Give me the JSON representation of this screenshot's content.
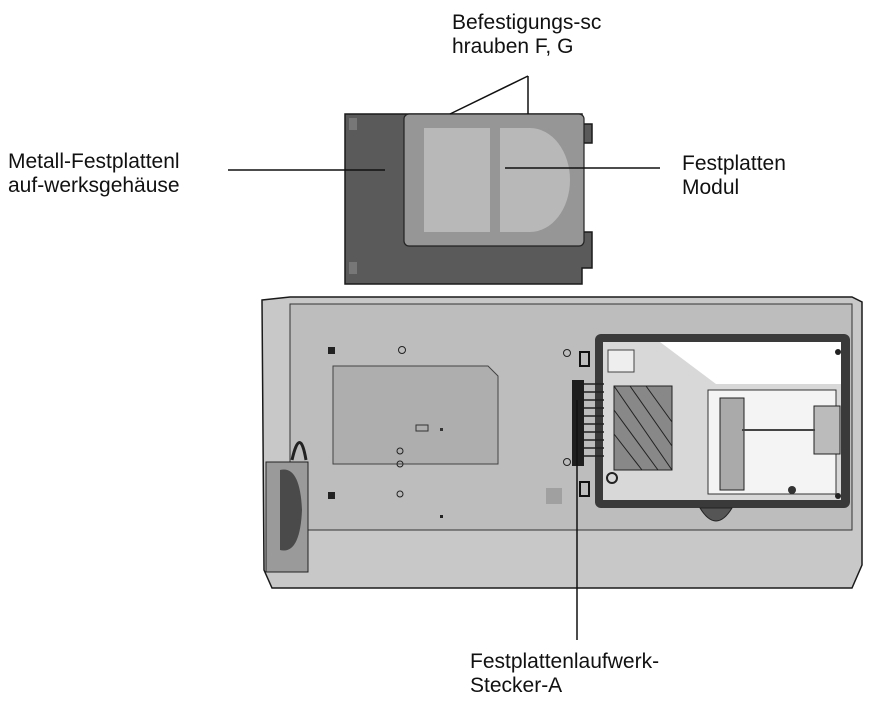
{
  "labels": {
    "screws": {
      "line1": "Befestigungs-sc",
      "line2": "hrauben F, G"
    },
    "enclosure": {
      "line1": "Metall-Festplattenl",
      "line2": "auf-werksgehäuse"
    },
    "module": {
      "line1": "Festplatten",
      "line2": "Modul"
    },
    "connector": {
      "line1": "Festplattenlaufwerk-",
      "line2": "Stecker-A"
    }
  },
  "colors": {
    "enclosure_body": "#5a5a5a",
    "module_panel": "#969696",
    "module_shapes": "#b8b8b8",
    "laptop_body": "#c8c8c8",
    "laptop_panel": "#bdbdbd",
    "drive_bay_frame": "#3a3a3a",
    "drive_bay_fill": "#d8d8d8",
    "leader_line": "#111111"
  }
}
